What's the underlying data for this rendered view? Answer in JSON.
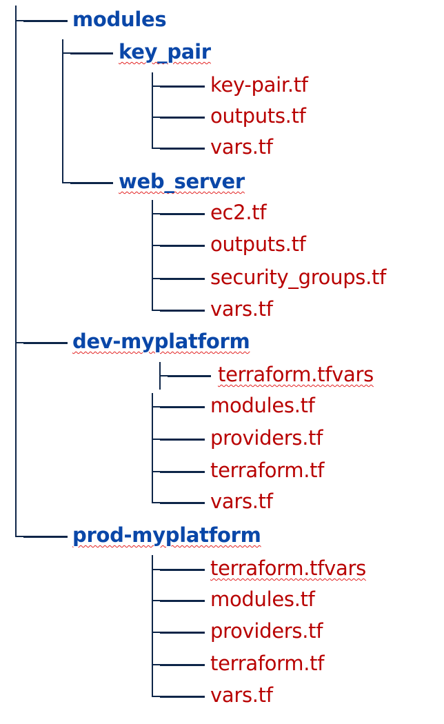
{
  "tree": {
    "nodes": [
      {
        "name": "modules",
        "kind": "dir"
      },
      {
        "name": "key_pair",
        "kind": "dir",
        "spell": true
      },
      {
        "name": "key-pair.tf",
        "kind": "file"
      },
      {
        "name": "outputs.tf",
        "kind": "file"
      },
      {
        "name": "vars.tf",
        "kind": "file"
      },
      {
        "name": "web_server",
        "kind": "dir",
        "spell": true
      },
      {
        "name": "ec2.tf",
        "kind": "file"
      },
      {
        "name": "outputs.tf",
        "kind": "file"
      },
      {
        "name": "security_groups.tf",
        "kind": "file"
      },
      {
        "name": "vars.tf",
        "kind": "file"
      },
      {
        "name": "dev-myplatform",
        "kind": "dir",
        "spell": true
      },
      {
        "name": "terraform.tfvars",
        "kind": "file",
        "spell": true
      },
      {
        "name": "modules.tf",
        "kind": "file"
      },
      {
        "name": "providers.tf",
        "kind": "file"
      },
      {
        "name": "terraform.tf",
        "kind": "file"
      },
      {
        "name": "vars.tf",
        "kind": "file"
      },
      {
        "name": "prod-myplatform",
        "kind": "dir",
        "spell": true
      },
      {
        "name": "terraform.tfvars",
        "kind": "file",
        "spell": true
      },
      {
        "name": "modules.tf",
        "kind": "file"
      },
      {
        "name": "providers.tf",
        "kind": "file"
      },
      {
        "name": "terraform.tf",
        "kind": "file"
      },
      {
        "name": "vars.tf",
        "kind": "file"
      }
    ]
  },
  "colors": {
    "directory": "#0a47a8",
    "file": "#b80000",
    "connector": "#0d2548",
    "spellcheck": "#e32020"
  }
}
